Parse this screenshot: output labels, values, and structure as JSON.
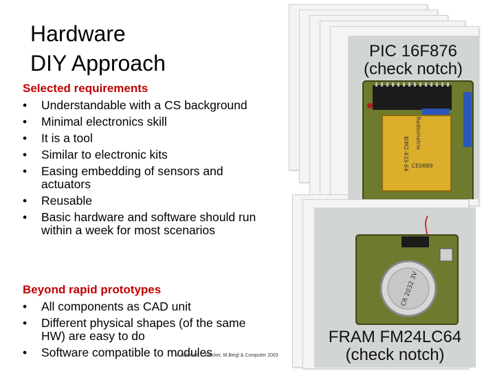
{
  "slide": {
    "title_line1": "Hardware",
    "title_line2": "DIY Approach",
    "section1_heading": "Selected requirements",
    "section1_items": [
      "Understandable with a CS background",
      "Minimal electronics skill",
      "It is a tool",
      "Similar to electronic kits",
      "Easing embedding of sensors and actuators",
      "Reusable",
      "Basic hardware and software should run within a week for most scenarios"
    ],
    "section2_heading": "Beyond rapid prototypes",
    "section2_items": [
      "All components as CAD unit",
      "Different physical shapes (of the same HW) are easy to do",
      "Software compatible to modules"
    ],
    "footer": "A.Schmidt, C.Decker, M.Beigl & Computer 2003"
  },
  "figure": {
    "top_label_line1": "PIC 16F876",
    "top_label_line2": "(check notch)",
    "bottom_label_line1": "FRAM FM24LC64",
    "bottom_label_line2": "(check notch)",
    "module_text1": "Radiometrix",
    "module_text2": "BiM2-433-64",
    "module_text3": "CE0889",
    "battery_text": "CR 2032 3V",
    "colors": {
      "red_heading": "#c00000",
      "pcb_green": "#6e7a2e",
      "wire_red": "#c0362a"
    }
  }
}
